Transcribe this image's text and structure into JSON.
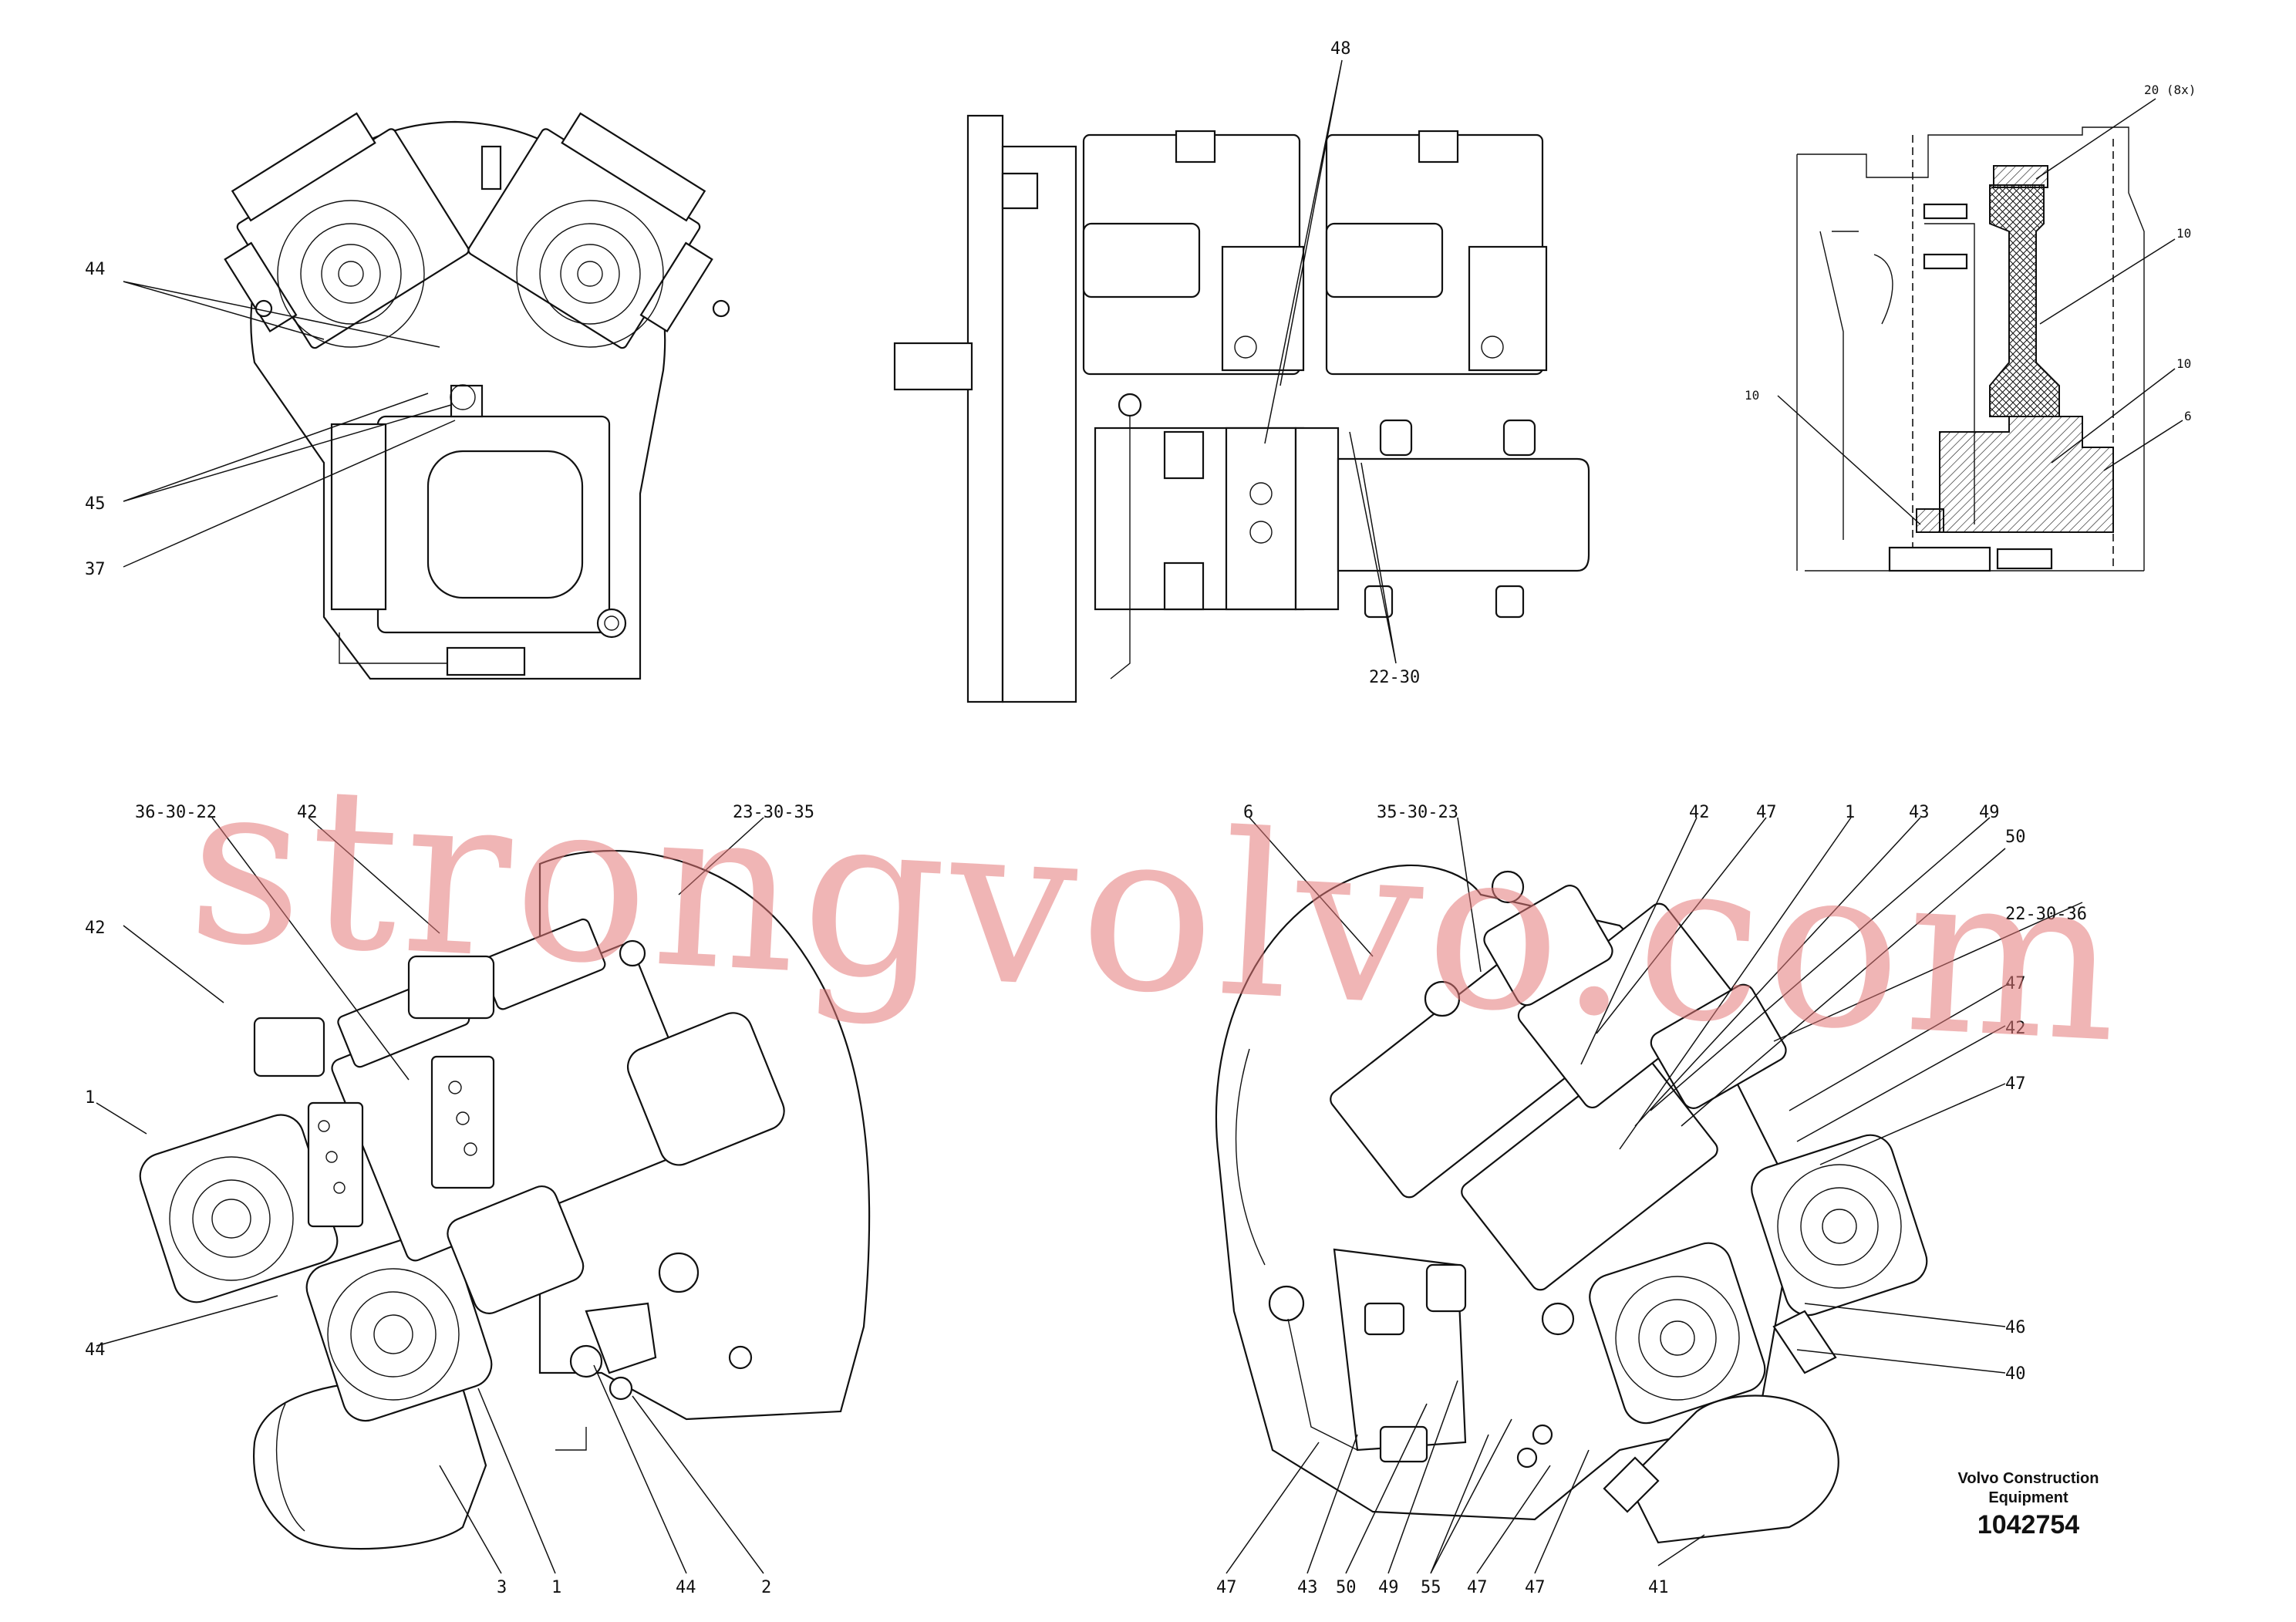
{
  "views": {
    "front": {
      "callouts": [
        "44",
        "45",
        "37"
      ]
    },
    "side": {
      "callouts": [
        "48",
        "22-30"
      ]
    },
    "section": {
      "callouts": [
        "20 (8x)",
        "10",
        "10",
        "10",
        "6"
      ]
    },
    "iso_left": {
      "callouts": [
        "36-30-22",
        "42",
        "23-30-35",
        "42",
        "1",
        "44",
        "3",
        "1",
        "44",
        "2"
      ]
    },
    "iso_right": {
      "callouts": [
        "6",
        "35-30-23",
        "42",
        "47",
        "1",
        "43",
        "49",
        "50",
        "22-30-36",
        "47",
        "42",
        "47",
        "46",
        "40",
        "47",
        "43",
        "50",
        "49",
        "55",
        "47",
        "47",
        "41"
      ]
    }
  },
  "watermark": "strongvolvo.com",
  "title_block": {
    "company_line1": "Volvo Construction",
    "company_line2": "Equipment",
    "part_number": "1042754"
  }
}
